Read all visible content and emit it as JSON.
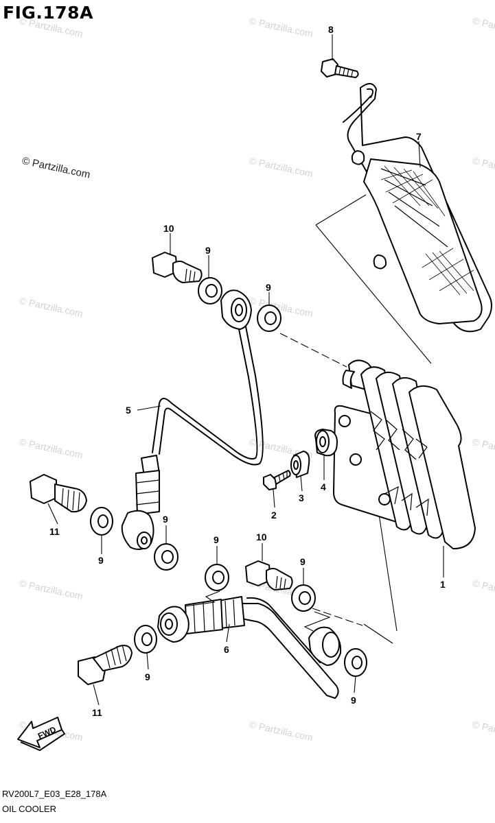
{
  "figure_title": "FIG.178A",
  "diagram_code": "RV200L7_E03_E28_178A",
  "caption": "OIL COOLER",
  "copyright_label": "© Partzilla.com",
  "watermark_text": "© Partzilla.com",
  "part_callouts": {
    "p1": "1",
    "p2": "2",
    "p3": "3",
    "p4": "4",
    "p5": "5",
    "p6": "6",
    "p7": "7",
    "p8": "8",
    "p9a": "9",
    "p9b": "9",
    "p9c": "9",
    "p9d": "9",
    "p9e": "9",
    "p9f": "9",
    "p9g": "9",
    "p10a": "10",
    "p10b": "10",
    "p11a": "11",
    "p11b": "11"
  },
  "direction_label": "FWD"
}
